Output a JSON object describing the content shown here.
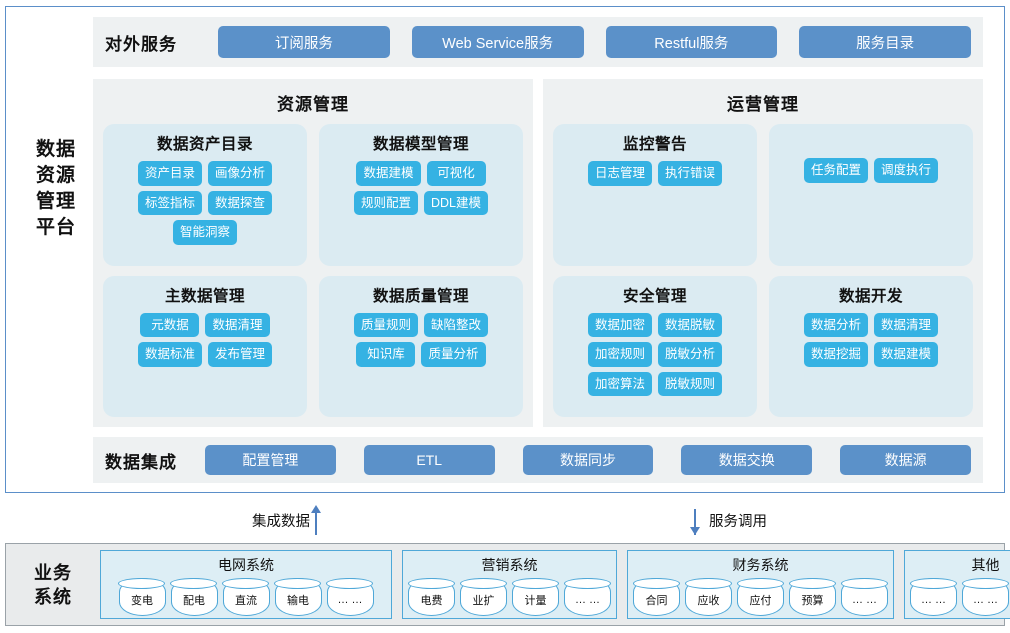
{
  "platform": {
    "label_lines": [
      "数据",
      "资源",
      "管理",
      "平台"
    ],
    "external_services": {
      "title": "对外服务",
      "buttons": [
        "订阅服务",
        "Web Service服务",
        "Restful服务",
        "服务目录"
      ]
    },
    "panels": [
      {
        "name": "resource-management",
        "title": "资源管理",
        "cards": [
          {
            "title": "数据资产目录",
            "tags": [
              "资产目录",
              "画像分析",
              "标签指标",
              "数据探查",
              "智能洞察"
            ]
          },
          {
            "title": "数据模型管理",
            "tags": [
              "数据建模",
              "可视化",
              "规则配置",
              "DDL建模"
            ]
          },
          {
            "title": "主数据管理",
            "tags": [
              "元数据",
              "数据清理",
              "数据标准",
              "发布管理"
            ]
          },
          {
            "title": "数据质量管理",
            "tags": [
              "质量规则",
              "缺陷整改",
              "知识库",
              "质量分析"
            ]
          }
        ]
      },
      {
        "name": "operation-management",
        "title": "运营管理",
        "cards": [
          {
            "title": "监控警告",
            "tags": [
              "日志管理",
              "执行错误"
            ]
          },
          {
            "title": "",
            "tags": [
              "任务配置",
              "调度执行"
            ]
          },
          {
            "title": "安全管理",
            "tags": [
              "数据加密",
              "数据脱敏",
              "加密规则",
              "脱敏分析",
              "加密算法",
              "脱敏规则"
            ]
          },
          {
            "title": "数据开发",
            "tags": [
              "数据分析",
              "数据清理",
              "数据挖掘",
              "数据建模"
            ]
          }
        ]
      }
    ],
    "data_integration": {
      "title": "数据集成",
      "buttons": [
        "配置管理",
        "ETL",
        "数据同步",
        "数据交换",
        "数据源"
      ]
    }
  },
  "connectors": [
    {
      "name": "integrate-data",
      "label": "集成数据",
      "direction": "up"
    },
    {
      "name": "service-invoke",
      "label": "服务调用",
      "direction": "down"
    }
  ],
  "business_systems": {
    "label_lines": [
      "业务",
      "系统"
    ],
    "groups": [
      {
        "title": "电网系统",
        "items": [
          "变电",
          "配电",
          "直流",
          "输电",
          "… …"
        ]
      },
      {
        "title": "营销系统",
        "items": [
          "电费",
          "业扩",
          "计量",
          "… …"
        ]
      },
      {
        "title": "财务系统",
        "items": [
          "合同",
          "应收",
          "应付",
          "预算",
          "… …"
        ]
      },
      {
        "title": "其他",
        "items": [
          "… …",
          "… …",
          "… …"
        ]
      }
    ]
  },
  "colors": {
    "frame_border": "#5b8fc9",
    "service_button": "#5b91c9",
    "tag": "#35b2e3",
    "panel_bg": "#eef1f2",
    "card_bg": "#dbebf2",
    "biz_bg": "#e9ebec",
    "biz_group_border": "#4fa8d8",
    "arrow": "#4e7fbf"
  }
}
